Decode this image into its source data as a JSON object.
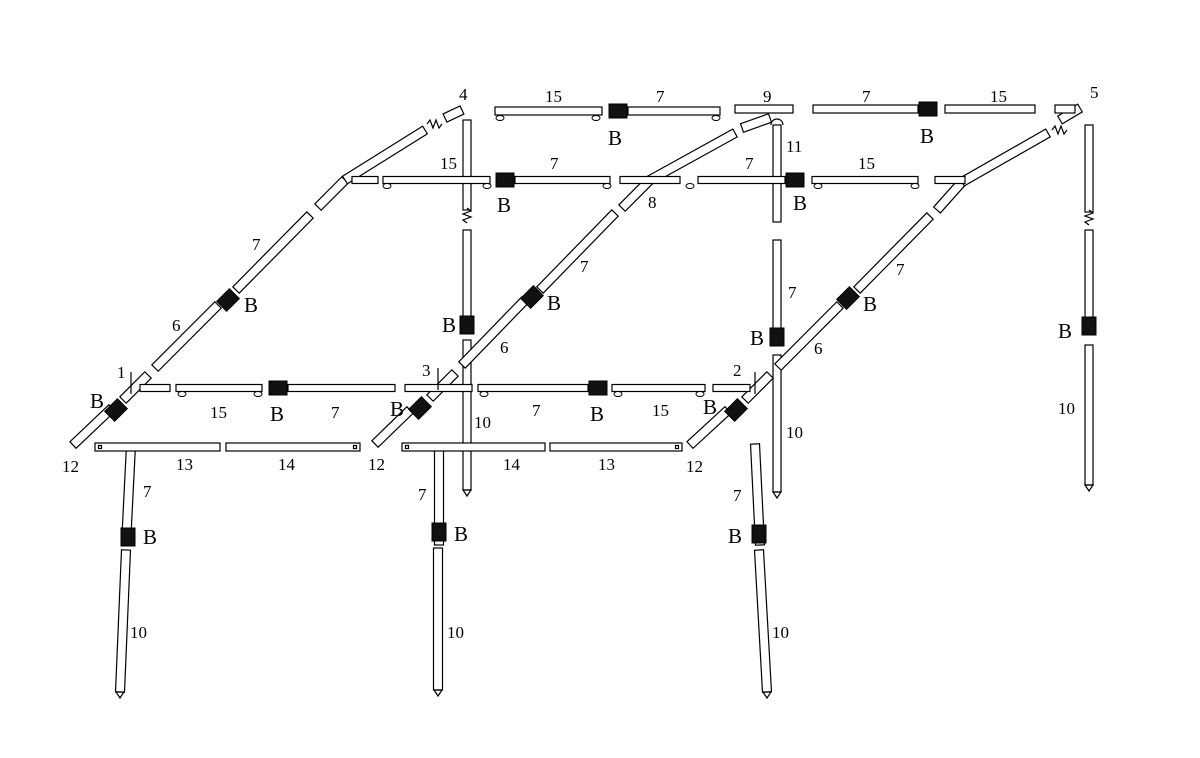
{
  "diagram": {
    "part_labels": {
      "p1": "1",
      "p2": "2",
      "p3": "3",
      "p4": "4",
      "p5": "5",
      "p6": "6",
      "p7": "7",
      "p8": "8",
      "p9": "9",
      "p10": "10",
      "p11": "11",
      "p12": "12",
      "p13": "13",
      "p14": "14",
      "p15": "15"
    },
    "clip_label": "B",
    "colors": {
      "stroke": "#000000",
      "clip_fill": "#111111",
      "background": "#ffffff"
    }
  }
}
